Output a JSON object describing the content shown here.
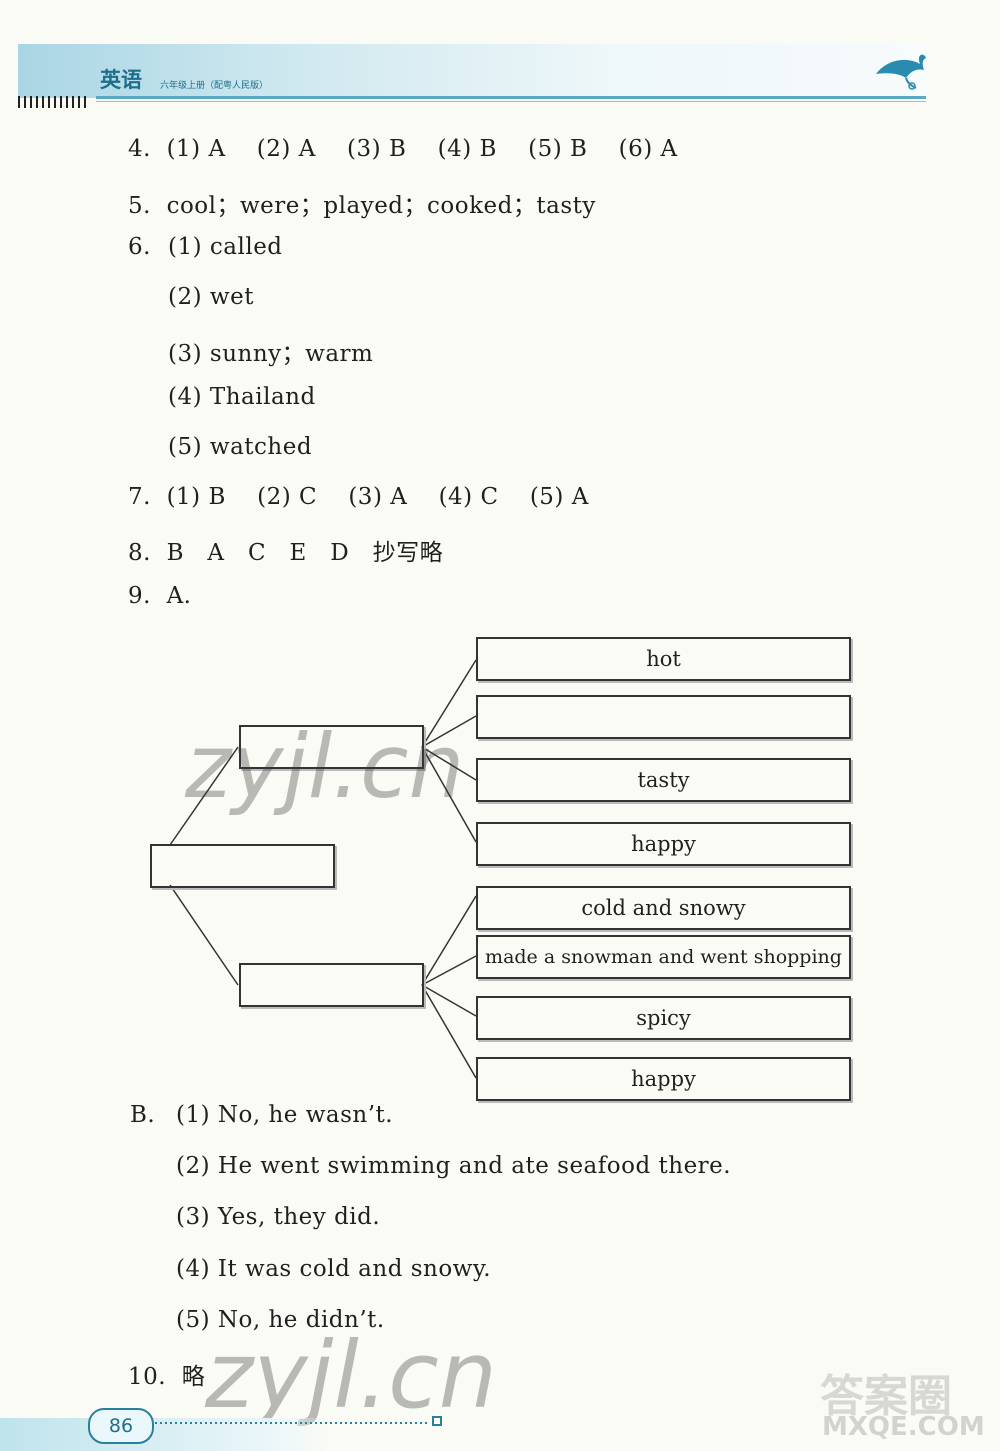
{
  "header": {
    "subject": "英语",
    "subtitle": "六年级上册（配粤人民版）"
  },
  "answers": {
    "q4": "4.  (1) A    (2) A    (3) B    (4) B    (5) B    (6) A",
    "q5": "5.  cool；were；played；cooked；tasty",
    "q6_label": "6.",
    "q6": [
      "(1) called",
      "(2) wet",
      "(3) sunny；warm",
      "(4) Thailand",
      "(5) watched"
    ],
    "q7": "7.  (1) B    (2) C    (3) A    (4) C    (5) A",
    "q8": "8.  B   A   C   E   D   抄写略",
    "q9": "9.  A.",
    "diagram": {
      "top_right": [
        "hot",
        "",
        "tasty",
        "happy"
      ],
      "bottom_right": [
        "cold and snowy",
        "made a snowman and went shopping",
        "spicy",
        "happy"
      ]
    },
    "q9b_label": "B.",
    "q9b": [
      "(1) No, he wasn’t.",
      "(2) He went swimming and ate seafood there.",
      "(3) Yes, they did.",
      "(4) It was cold and snowy.",
      "(5) No, he didn’t."
    ],
    "q10": "10.  略"
  },
  "watermarks": [
    "zyjl.cn",
    "zyjl.cn",
    "答案圈",
    "MXQE.COM"
  ],
  "footer": {
    "page_number": "86"
  }
}
